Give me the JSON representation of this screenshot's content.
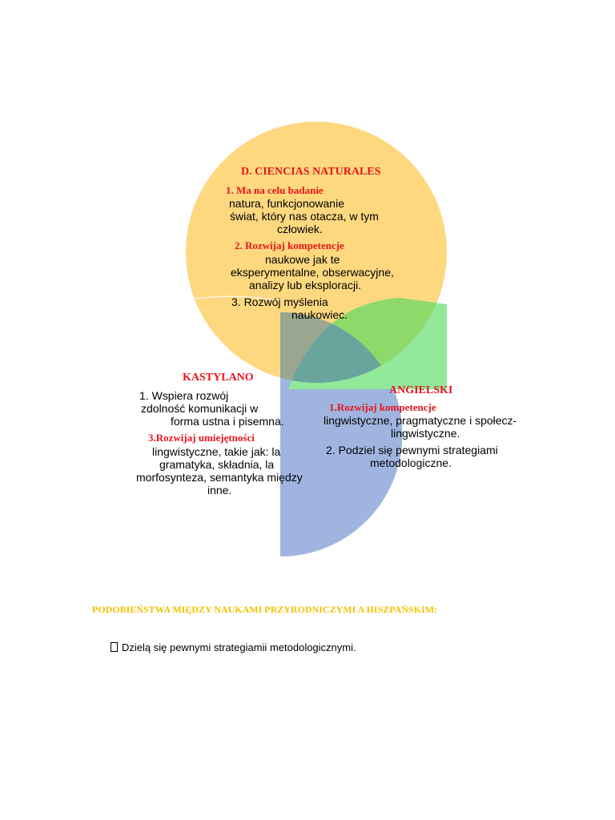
{
  "colors": {
    "science": "#fdd87f",
    "english": "#92e89a",
    "spanish": "#9fb5e0",
    "overlap_top": "#8ed96a",
    "overlap_left": "#9aa68f",
    "overlap_center": "#6aa59d",
    "heading_red": "#e8151b",
    "heading_gold": "#f2c200"
  },
  "science": {
    "title": "D. CIENCIAS NATURALES",
    "p1_title": "1. Ma na celu badanie",
    "p1_lines": [
      "natura, funkcjonowanie",
      "świat, który nas otacza, w tym",
      "człowiek."
    ],
    "p2_title": "2. Rozwijaj kompetencje",
    "p2_lines": [
      "naukowe jak te",
      "eksperymentalne, obserwacyjne,",
      "analizy lub eksploracji."
    ],
    "p3_lines": [
      "3. Rozwój myślenia",
      "naukowiec."
    ]
  },
  "spanish": {
    "title": "KASTYLANO",
    "p1_lines": [
      "1. Wspiera rozwój",
      "zdolność komunikacji w",
      "forma ustna i pisemna."
    ],
    "p3_title": "3.Rozwijaj umiejętności",
    "p3_lines": [
      "lingwistyczne, takie jak: la",
      "gramatyka, składnia, la",
      "morfosynteza, semantyka między",
      "inne."
    ]
  },
  "english": {
    "title": "ANGIELSKI",
    "p1_title": "1.Rozwijaj kompetencje",
    "p1_lines": [
      "lingwistyczne, pragmatyczne i społecz-",
      "lingwistyczne."
    ],
    "p2_lines": [
      "2. Podziel się pewnymi strategiami",
      "metodologiczne."
    ]
  },
  "similarities": {
    "heading": "PODOBIEŃSTWA MIĘDZY NAUKAMI PRZYRODNICZYMI A HISZPAŃSKIM:",
    "bullet_icon": "missing-glyph-box",
    "item": "Dzielą się pewnymi strategiamii metodologicznymi."
  }
}
